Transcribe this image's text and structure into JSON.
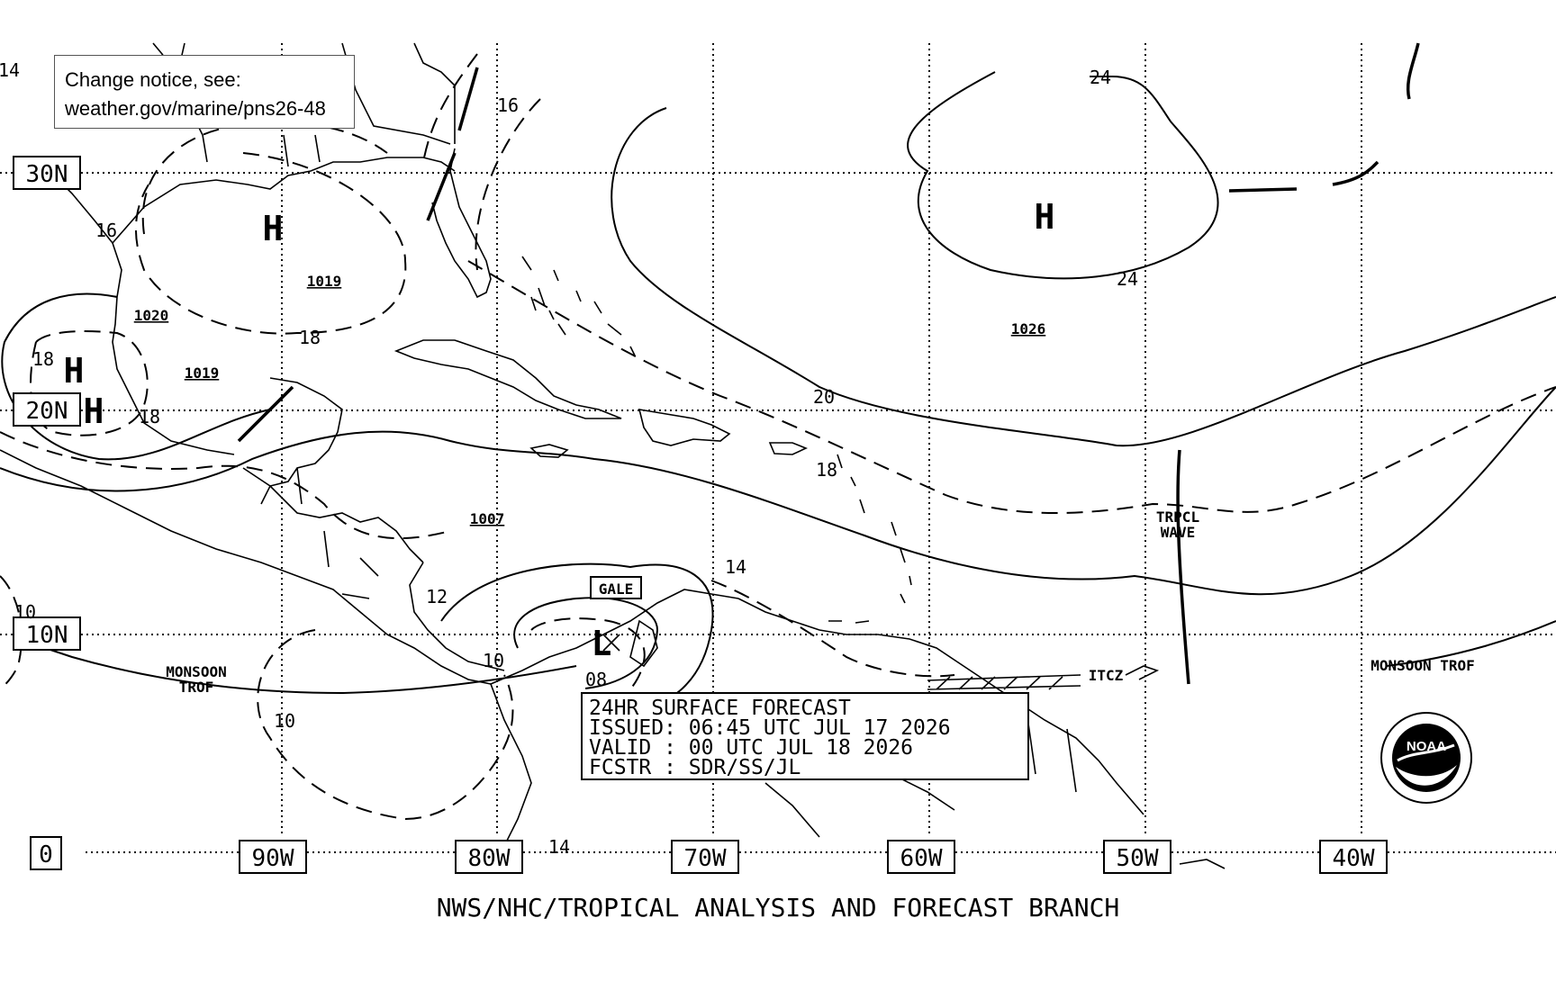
{
  "notice": {
    "line1": "Change notice, see:",
    "line2": "weather.gov/marine/pns26-48"
  },
  "latitudes": [
    "30N",
    "20N",
    "10N",
    "0"
  ],
  "longitudes": [
    "90W",
    "80W",
    "70W",
    "60W",
    "50W",
    "40W"
  ],
  "pressure_centers": [
    {
      "type": "H",
      "pressure": "1019"
    },
    {
      "type": "H",
      "pressure": "1020"
    },
    {
      "type": "H",
      "pressure": "1019"
    },
    {
      "type": "H",
      "pressure": "1026"
    },
    {
      "type": "L",
      "pressure": "1007"
    }
  ],
  "isobar_labels": [
    "14",
    "16",
    "16",
    "18",
    "18",
    "18",
    "24",
    "24",
    "20",
    "18",
    "14",
    "12",
    "10",
    "08",
    "10",
    "10",
    "14"
  ],
  "features": {
    "gale": "GALE",
    "tropical_wave": [
      "TRPCL",
      "WAVE"
    ],
    "monsoon_west": [
      "MONSOON",
      "TROF"
    ],
    "monsoon_east": "MONSOON TROF",
    "itcz": "ITCZ"
  },
  "forecast_box": {
    "line1": "24HR SURFACE FORECAST",
    "line2": "ISSUED: 06:45 UTC JUL 17 2026",
    "line3": "VALID : 00 UTC JUL 18 2026",
    "line4": "FCSTR : SDR/SS/JL"
  },
  "footer": "NWS/NHC/TROPICAL ANALYSIS AND FORECAST BRANCH",
  "logo_text": "NOAA"
}
